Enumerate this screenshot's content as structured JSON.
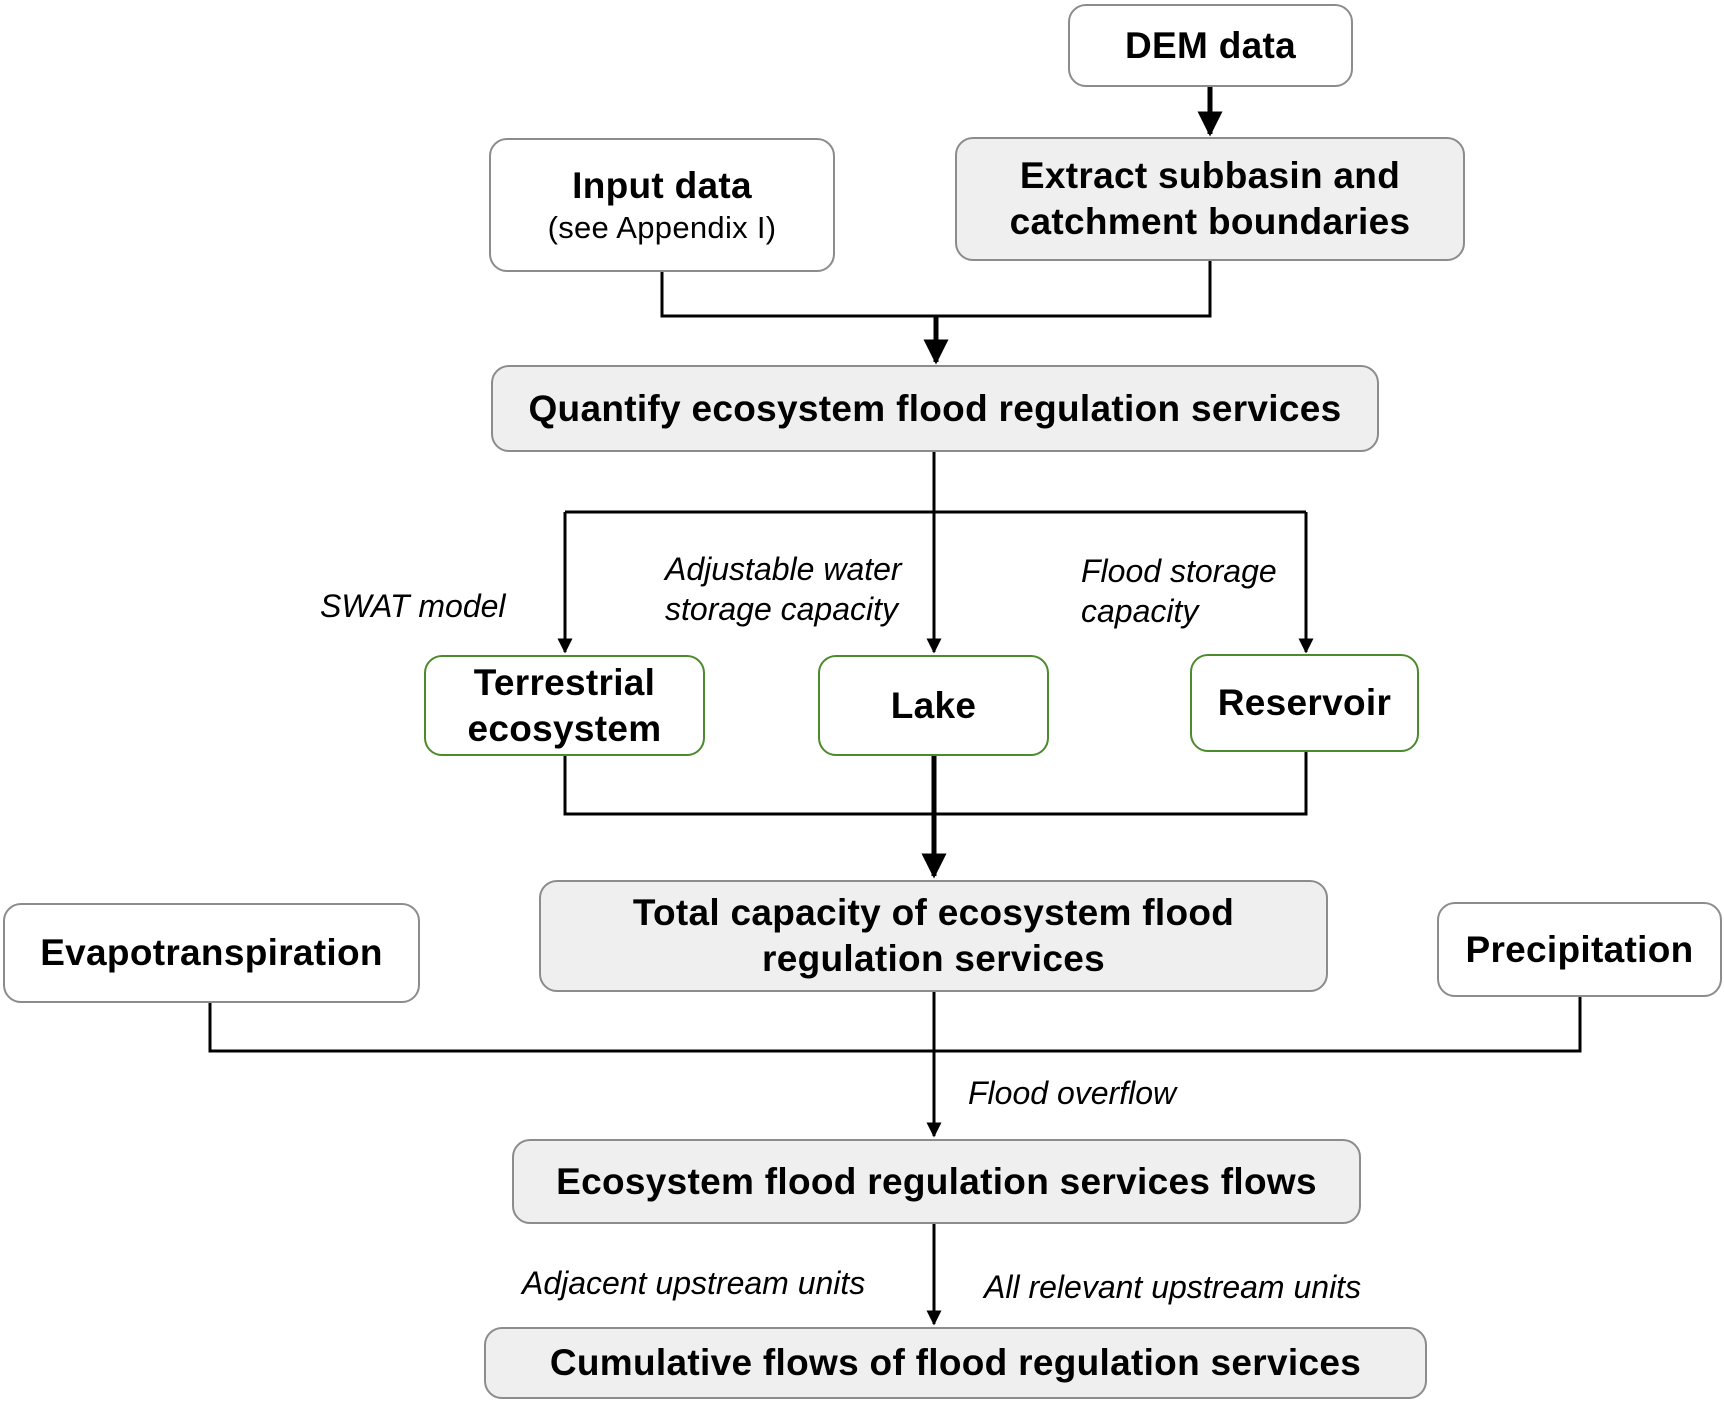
{
  "nodes": {
    "dem": "DEM data",
    "input_title": "Input data",
    "input_sub": "(see Appendix I)",
    "extract_1": "Extract subbasin and",
    "extract_2": "catchment boundaries",
    "quantify": "Quantify ecosystem flood regulation services",
    "terrestrial_1": "Terrestrial",
    "terrestrial_2": "ecosystem",
    "lake": "Lake",
    "reservoir": "Reservoir",
    "total_1": "Total capacity of ecosystem flood",
    "total_2": "regulation services",
    "evapotranspiration": "Evapotranspiration",
    "precipitation": "Precipitation",
    "flows": "Ecosystem flood regulation services flows",
    "cumulative": "Cumulative flows of flood regulation services"
  },
  "labels": {
    "swat": "SWAT model",
    "adjustable_1": "Adjustable water",
    "adjustable_2": "storage capacity",
    "flood_storage_1": "Flood storage",
    "flood_storage_2": "capacity",
    "flood_overflow": "Flood overflow",
    "adjacent": "Adjacent upstream units",
    "all_relevant": "All relevant upstream units"
  },
  "colors": {
    "line": "#000000",
    "box_border": "#8c8c8c",
    "box_shaded": "#efefef",
    "green_border": "#4c8b2b"
  }
}
